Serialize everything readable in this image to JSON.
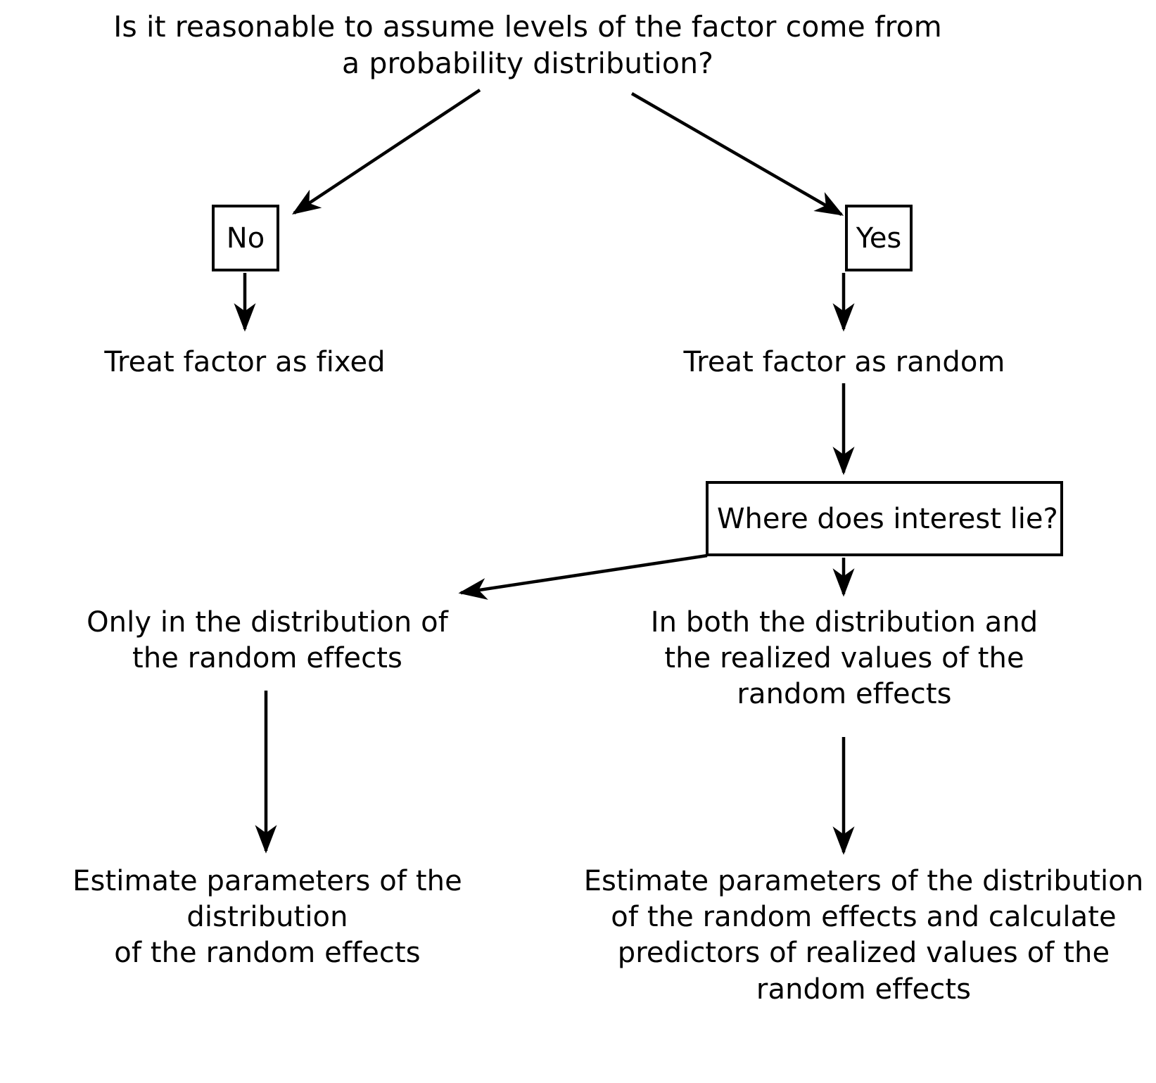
{
  "diagram": {
    "title_question": "Is it reasonable to assume levels of the factor come from\na probability distribution?",
    "decision_no": "No",
    "decision_yes": "Yes",
    "fixed_branch_label": "Treat factor as fixed",
    "random_branch_label": "Treat factor as random",
    "interest_question": "Where does interest lie?",
    "interest_only_distribution": "Only in the distribution of\nthe random effects",
    "interest_both": "In both the distribution and\nthe realized values of the\nrandom effects",
    "outcome_left": "Estimate parameters of the distribution\nof the random effects",
    "outcome_right": "Estimate parameters of the distribution\nof the random effects and calculate\npredictors of realized values of the\nrandom effects"
  },
  "style": {
    "line_color": "#000000",
    "text_color": "#000000",
    "background": "#ffffff"
  }
}
